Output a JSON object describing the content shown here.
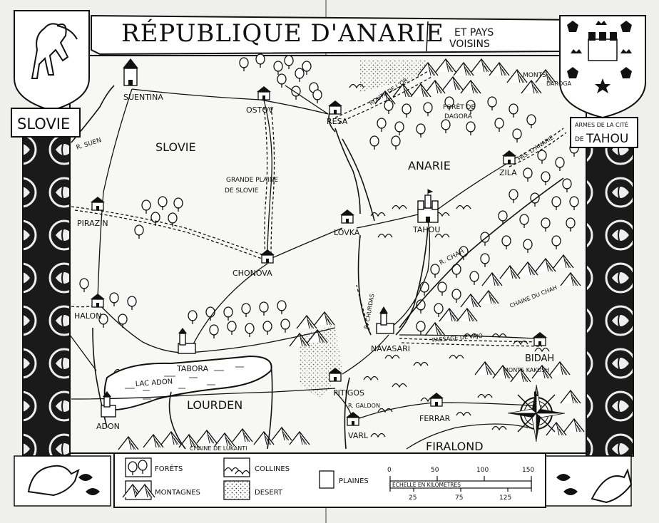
{
  "title": "RÉPUBLIQUE D'ANARIE",
  "subtitle_line1": "ET PAYS",
  "subtitle_line2": "VOISINS",
  "left_banner": "SLOVIE",
  "right_arms_line1": "ARMES DE LA CITÉ",
  "right_arms_line2": "DE",
  "right_arms_city": "TAHOU",
  "regions": {
    "slovie": "SLOVIE",
    "anarie": "ANARIE",
    "lourden": "LOURDEN",
    "firalond": "FIRALOND"
  },
  "cities": {
    "suentina": "SUENTINA",
    "ostov": "OSTOV",
    "resa": "RESA",
    "zila": "ZILA",
    "pirazin": "PIRAZIN",
    "lovka": "LOVKA",
    "tahou": "TAHOU",
    "chonova": "CHONOVA",
    "halon": "HALON",
    "tabora": "TABORA",
    "navasari": "NAVASARI",
    "bidah": "BIDAH",
    "pitigos": "PITIGOS",
    "ferrar": "FERRAR",
    "adon": "ADON",
    "varl": "VARL"
  },
  "features": {
    "plaine_line1": "GRANDE   PLAINE",
    "plaine_line2": "DE SLOVIE",
    "foret_line1": "FORÊT DE",
    "foret_line2": "DAGORA",
    "monts_daroga_line1": "MONTS",
    "monts_daroga_line2": "DAROGA",
    "route_or": "ROUTE DE L'OR",
    "pas_danarie": "PAS. D'ANARIE",
    "r_suen": "R. SUEN",
    "r_chah": "R. CHAH",
    "chaine_chah": "CHAINE DU CHAH",
    "r_churdas": "R. CHURDAS",
    "passage_yajo": "PASSAGE DE YAJO",
    "monts_kakush": "MONTS KAKUSH",
    "lac_adon": "LAC ADON",
    "r_galdon": "R. GALDON",
    "chaine_lukanti": "CHAINE DE LUKANTI"
  },
  "legend": {
    "forets": "FORÊTS",
    "collines": "COLLINES",
    "plaines": "PLAINES",
    "montagnes": "MONTAGNES",
    "desert": "DESERT"
  },
  "scale": {
    "label": "ECHELLE EN KILOMETRES",
    "top_ticks": [
      "0",
      "50",
      "100",
      "150"
    ],
    "bottom_ticks": [
      "25",
      "75",
      "125"
    ]
  }
}
